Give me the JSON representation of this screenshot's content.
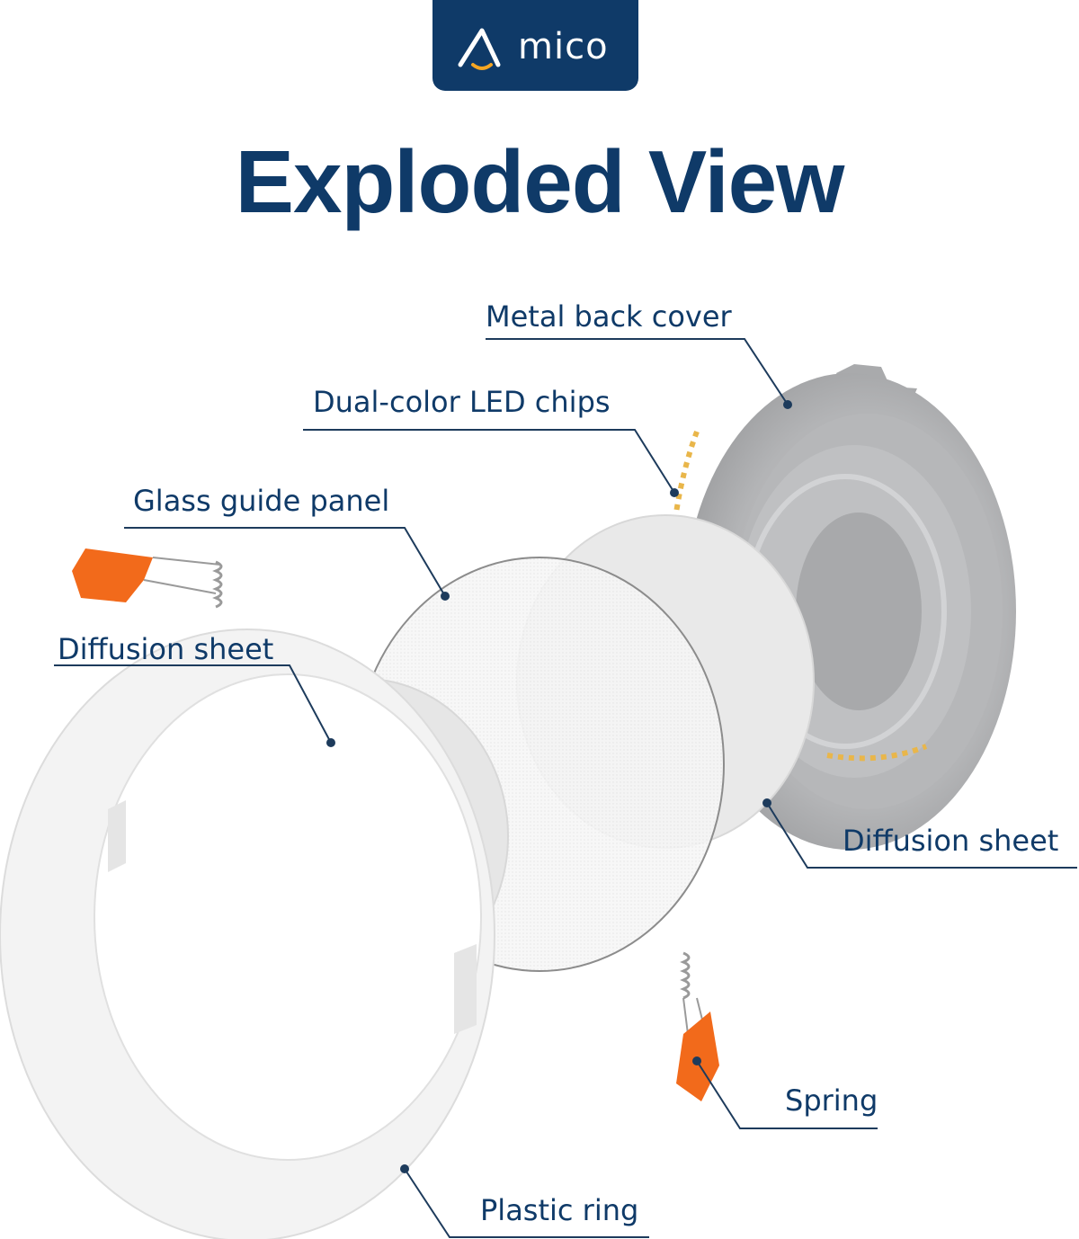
{
  "brand": {
    "name": "mico",
    "logo_mark": "amico-logo-a-mark"
  },
  "title": "Exploded View",
  "labels": {
    "metal_back_cover": "Metal back cover",
    "led_chips": "Dual-color LED chips",
    "glass_guide_panel": "Glass guide panel",
    "diffusion_sheet_left": "Diffusion sheet",
    "diffusion_sheet_right": "Diffusion sheet",
    "spring": "Spring",
    "plastic_ring": "Plastic ring"
  },
  "colors": {
    "brand_navy": "#0f3a68",
    "leader_line": "#1d3b5c",
    "spring_clip": "#f26a1b",
    "led_chip": "#e9b64a",
    "metal": "#b9babc"
  }
}
